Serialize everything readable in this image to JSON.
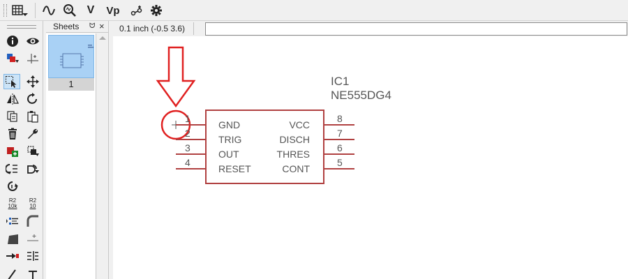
{
  "sheets_panel": {
    "title": "Sheets",
    "float_glyph": "ᗢ",
    "close_glyph": "×",
    "sheets": [
      {
        "number": "1"
      }
    ]
  },
  "coordinate_bar": {
    "readout": "0.1 inch (-0.5 3.6)",
    "command_value": ""
  },
  "top_toolbar": {
    "icons": [
      "grid-icon",
      "dropdown-arrow-icon",
      "waveform-icon",
      "zoom-magnifier-icon",
      "v-icon",
      "vp-icon",
      "curve-icon",
      "gear-icon"
    ],
    "v_glyph": "V",
    "vp_glyph": "Vp"
  },
  "left_toolbar": {
    "icons": [
      "info-icon",
      "eye-icon",
      "layer-icon",
      "mark-icon",
      "select-icon",
      "move-icon",
      "mirror-icon",
      "rotate-icon",
      "copy-icon",
      "paste-icon",
      "delete-icon",
      "wrench-icon",
      "add-part-icon",
      "replace-icon",
      "pinswap-icon",
      "gateswap-icon",
      "name-icon",
      "value-icon",
      "smash-icon",
      "miter-icon",
      "split-icon",
      "optimize-icon",
      "route-icon",
      "ripup-icon",
      "text-icon"
    ],
    "name_glyph": "R2",
    "name_sub_glyph": "10k",
    "value_glyph": "R2",
    "value_sub_glyph": "10"
  },
  "schematic": {
    "part_name": "IC1",
    "part_value": "NE555DG4",
    "left_pins": [
      {
        "number": "1",
        "name": "GND"
      },
      {
        "number": "2",
        "name": "TRIG"
      },
      {
        "number": "3",
        "name": "OUT"
      },
      {
        "number": "4",
        "name": "RESET"
      }
    ],
    "right_pins": [
      {
        "number": "8",
        "name": "VCC"
      },
      {
        "number": "7",
        "name": "DISCH"
      },
      {
        "number": "6",
        "name": "THRES"
      },
      {
        "number": "5",
        "name": "CONT"
      }
    ],
    "annotation": {
      "shape": "down-arrow-with-circle",
      "color": "#e02020"
    },
    "body_color": "#b04040",
    "pin_color": "#b04040",
    "text_color": "#555555"
  }
}
